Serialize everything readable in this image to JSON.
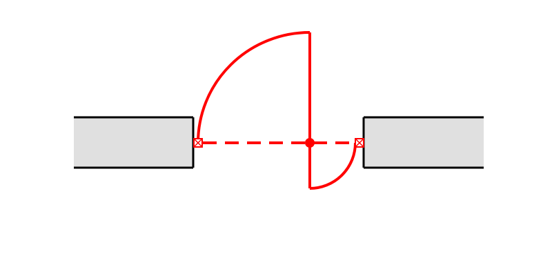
{
  "diagram": {
    "kind": "floor-plan-door-symbol",
    "door_type": "pivot-door",
    "colors": {
      "background": "#ffffff",
      "wall_fill": "#e0e0e0",
      "wall_stroke": "#000000",
      "door_stroke": "#ff0000",
      "pivot_fill": "#ff0000",
      "jamb_marker_fill": "#ffffff",
      "jamb_marker_stroke": "#ff0000"
    },
    "elements": {
      "left_wall": "wall-segment",
      "right_wall": "wall-segment",
      "large_door_leaf": "door-leaf",
      "small_door_leaf": "door-leaf",
      "large_swing_arc": "swing-arc",
      "small_swing_arc": "swing-arc",
      "opening_centerline": "dashed-line",
      "pivot_point": "pivot-dot",
      "left_jamb_marker": "boxed-x-icon",
      "right_jamb_marker": "boxed-x-icon"
    }
  }
}
